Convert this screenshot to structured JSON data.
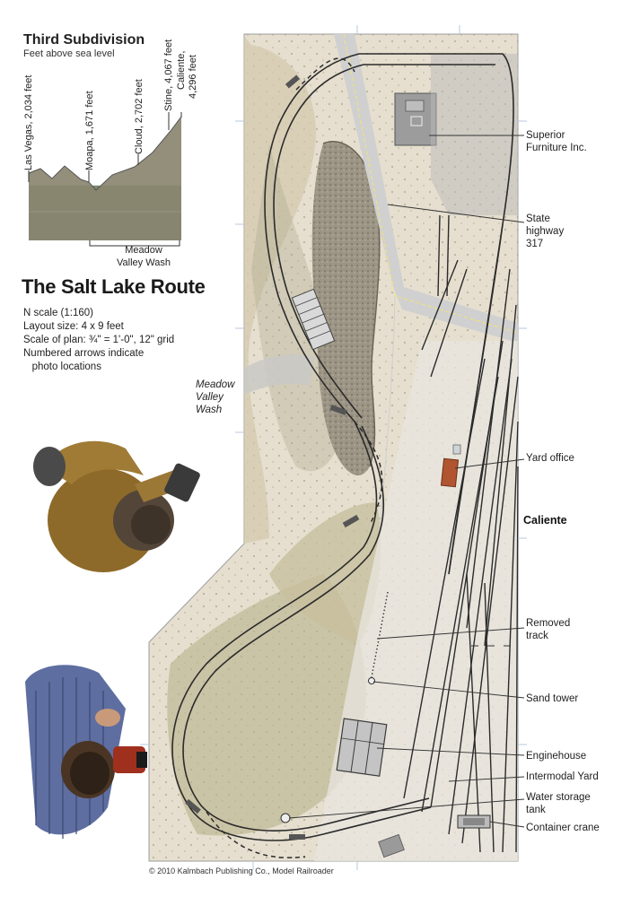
{
  "profile": {
    "title": "Third Subdivision",
    "subtitle": "Feet above sea level",
    "stations": [
      "Las Vegas, 2,034 feet",
      "Moapa, 1,671 feet",
      "Cloud, 2,702 feet",
      "Stine, 4,067 feet",
      "Caliente,",
      "4,296 feet"
    ],
    "meadow_label_1": "Meadow",
    "meadow_label_2": "Valley Wash"
  },
  "layout_info": {
    "title": "The Salt Lake Route",
    "lines": [
      "N scale (1:160)",
      "Layout size: 4 x 9 feet",
      "Scale of plan: ¾\" = 1'-0\", 12\" grid",
      "Numbered arrows indicate",
      "   photo locations"
    ]
  },
  "map_labels": {
    "meadow_1": "Meadow",
    "meadow_2": "Valley",
    "meadow_3": "Wash",
    "town": "Caliente"
  },
  "callouts": {
    "superior_1": "Superior",
    "superior_2": "Furniture Inc.",
    "highway_1": "State",
    "highway_2": "highway",
    "highway_3": "317",
    "yard_office": "Yard office",
    "removed_1": "Removed",
    "removed_2": "track",
    "sand_tower": "Sand tower",
    "enginehouse": "Enginehouse",
    "intermodal": "Intermodal Yard",
    "water_1": "Water storage",
    "water_2": "tank",
    "container_crane": "Container crane"
  },
  "credit": "© 2010 Kalmbach Publishing Co., Model Railroader",
  "colors": {
    "desert": "#e4dccb",
    "sand": "#d8ccb4",
    "rock": "#a8a090",
    "scrub": "#8f9868",
    "road": "#c9c9c9",
    "track": "#2b2b2b",
    "profile_fill": "#7d7a66",
    "profile_band": "#76886a",
    "yard_office_roof": "#b0552f"
  }
}
